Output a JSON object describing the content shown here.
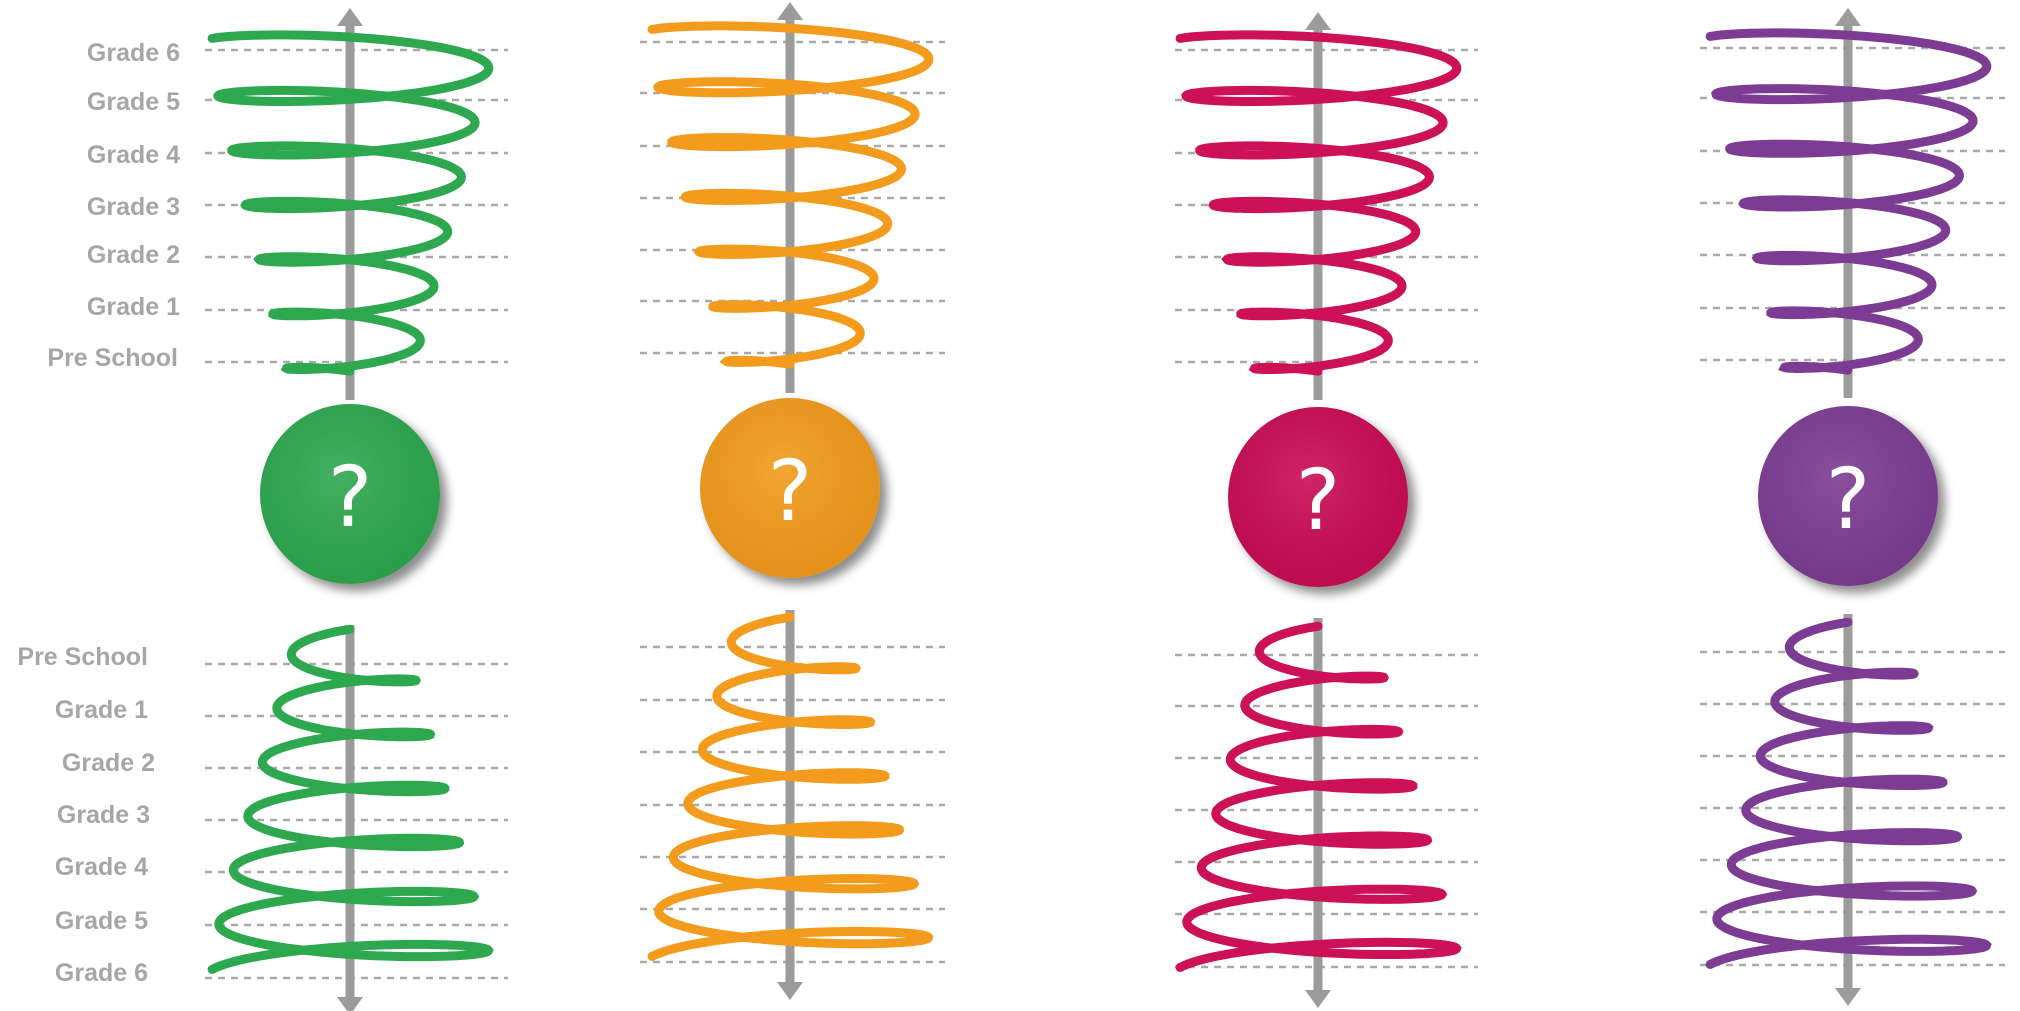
{
  "grades": {
    "top": [
      "Grade 6",
      "Grade 5",
      "Grade 4",
      "Grade 3",
      "Grade 2",
      "Grade 1",
      "Pre School"
    ],
    "bottom": [
      "Pre School",
      "Grade 1",
      "Grade 2",
      "Grade 3",
      "Grade 4",
      "Grade 5",
      "Grade 6"
    ]
  },
  "columns": [
    {
      "color": "#2ea84f",
      "symbol": "?",
      "circle_color": "#2ea84f"
    },
    {
      "color": "#f29b1d",
      "symbol": "?",
      "circle_color": "#f29b1d"
    },
    {
      "color": "#cc1156",
      "symbol": "?",
      "circle_color": "#c90f55"
    },
    {
      "color": "#7d3c93",
      "symbol": "?",
      "circle_color": "#7d3c93"
    }
  ],
  "colors": {
    "axis": "#9b9b9b",
    "guide": "#a9a9a9",
    "label": "#a6a6a6"
  }
}
